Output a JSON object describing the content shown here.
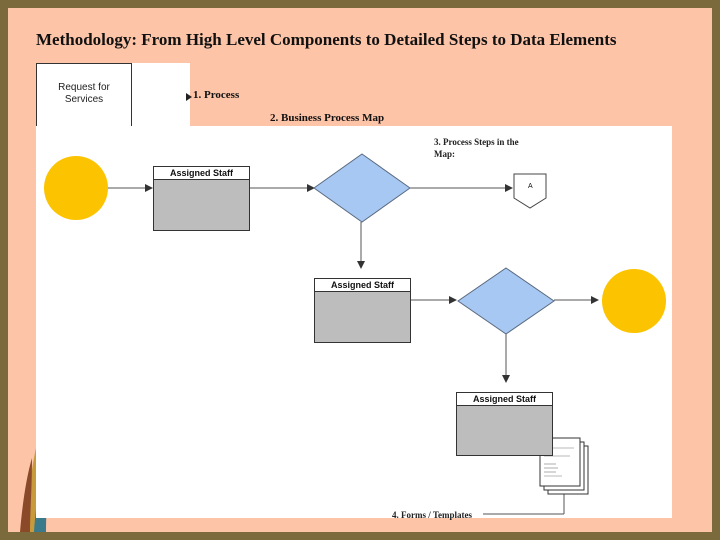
{
  "title": "Methodology: From High Level Components to Detailed Steps to Data Elements",
  "request_box": {
    "line1": "Request for",
    "line2": "Services"
  },
  "labels": {
    "process": "1. Process",
    "business_map": "2. Business Process Map",
    "steps_line1": "3. Process Steps in the",
    "steps_line2": "Map:",
    "forms": "4. Forms / Templates"
  },
  "flow": {
    "staff_label": "Assigned Staff",
    "connector_label": "A"
  },
  "colors": {
    "background": "#fdc4a8",
    "frame": "#7a6a3c",
    "start_end_circle": "#fcc400",
    "decision_diamond": "#a7c8f2",
    "staff_box": "#bdbdbd"
  }
}
